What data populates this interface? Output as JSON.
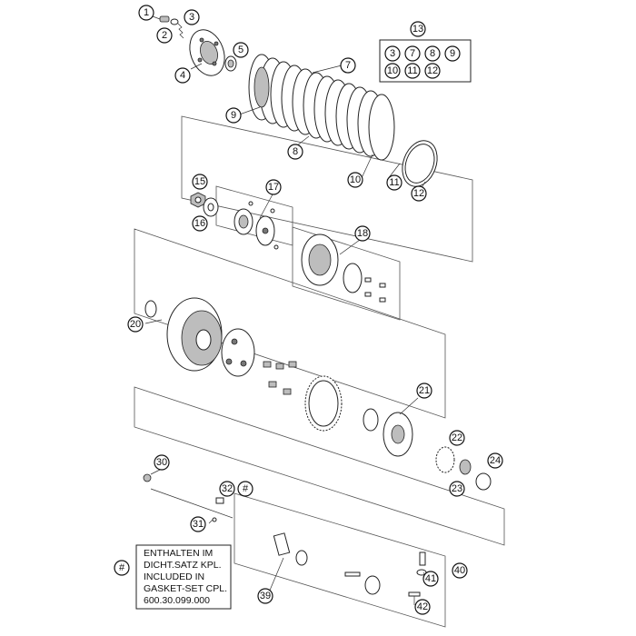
{
  "callouts": [
    "1",
    "2",
    "3",
    "4",
    "5",
    "7",
    "8",
    "9",
    "10",
    "11",
    "12",
    "15",
    "16",
    "17",
    "18",
    "20",
    "21",
    "22",
    "23",
    "24",
    "30",
    "31",
    "32",
    "#",
    "39",
    "40",
    "41",
    "42"
  ],
  "kit": {
    "label": "13",
    "items": [
      "3",
      "7",
      "8",
      "9",
      "10",
      "11",
      "12"
    ]
  },
  "note": {
    "marker": "#",
    "lines": [
      "ENTHALTEN IM",
      "DICHT.SATZ KPL.",
      "INCLUDED IN",
      "GASKET-SET CPL.",
      "600.30.099.000"
    ]
  }
}
